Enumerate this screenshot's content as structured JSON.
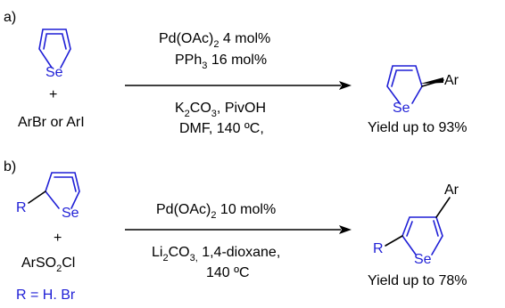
{
  "scheme_a": {
    "label": "a)",
    "reactant_atom": "Se",
    "plus": "+",
    "coreactant": "ArBr or ArI",
    "above_arrow": {
      "line1": {
        "text": "Pd(OAc)",
        "sub": "2",
        "rest": "  4 mol%"
      },
      "line2": {
        "text": "PPh",
        "sub": "3",
        "rest": "  16 mol%"
      }
    },
    "below_arrow": {
      "line1": {
        "text": "K",
        "sub": "2",
        "rest": "CO",
        "sub2": "3",
        "rest2": ", PivOH"
      },
      "line2": "DMF,  140 ºC,"
    },
    "product_atom": "Se",
    "product_sub": "Ar",
    "yield": "Yield up to 93%"
  },
  "scheme_b": {
    "label": "b)",
    "reactant_r": "R",
    "reactant_atom": "Se",
    "plus": "+",
    "coreactant": "ArSO",
    "coreactant_sub": "2",
    "coreactant_rest": "Cl",
    "r_def": "R = H. Br",
    "above_arrow": {
      "text": "Pd(OAc)",
      "sub": "2",
      "rest": " 10 mol%"
    },
    "below_arrow": {
      "line1": {
        "text": "Li",
        "sub": "2",
        "rest": "CO",
        "sub2": "3,",
        "rest2": " 1,4-dioxane,"
      },
      "line2": "140 ºC"
    },
    "product_r": "R",
    "product_atom": "Se",
    "product_sub": "Ar",
    "yield": "Yield up to 78%"
  }
}
